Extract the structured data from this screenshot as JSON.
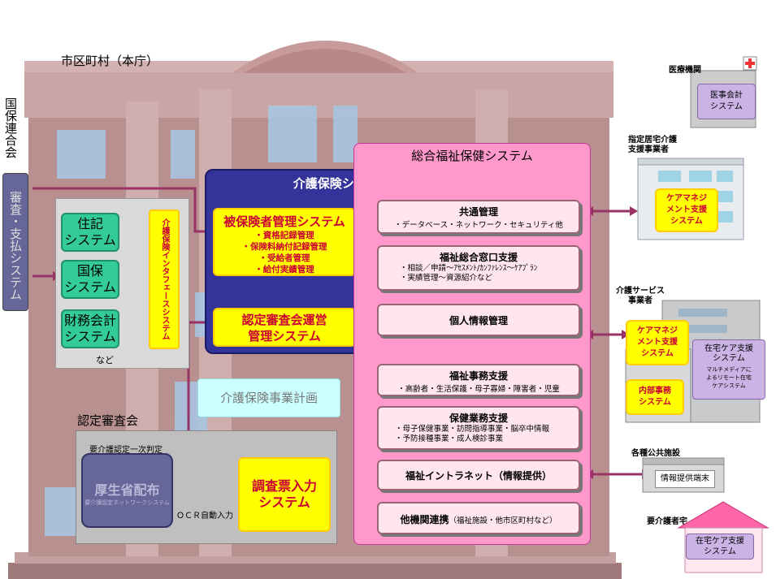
{
  "labels": {
    "city_hall": "市区町村（本庁）",
    "kokuho_rengokai": "国保連合会",
    "shinsa_shiharai": "審査・支払システム",
    "sonota": "など",
    "nintei_shinsakai": "認定審査会",
    "yokaigo_ichiji": "要介護認定一次判定",
    "kouseisho_haifu": "厚生省配布",
    "kouseisho_sub": "要介護認定ネットワークシステム",
    "ocr": "ＯＣＲ自動入力",
    "chosahyo": "調査票入力\nシステム",
    "jigyo_keikaku": "介護保険事業計画"
  },
  "left_systems": [
    "住記\nシステム",
    "国保\nシステム",
    "財務会計\nシステム"
  ],
  "interface": "介護保険インタフェースシステム",
  "kaigo": {
    "title": "介護保険システム",
    "hihokensha_title": "被保険者管理システム",
    "hihokensha_items": [
      "・資格記録管理",
      "・保険料納付記録管理",
      "・受給者管理",
      "・給付実績管理"
    ],
    "nintei": "認定審査会運営\n管理システム"
  },
  "sogo": {
    "title": "総合福祉保健システム",
    "boxes": [
      {
        "title": "共通管理",
        "sub": "・データベース・ネットワーク・セキュリティ他"
      },
      {
        "title": "福祉総合窓口支援",
        "sub": "・相談／申請～ｱｾｽﾒﾝﾄ/ｶﾝﾌｧﾚﾝｽ～ｹｱﾌﾟﾗﾝ\n・実績管理～資源紹介など"
      },
      {
        "title": "個人情報管理",
        "sub": ""
      },
      {
        "title": "福祉事務支援",
        "sub": "・高齢者・生活保護・母子寡婦・障害者・児童"
      },
      {
        "title": "保健業務支援",
        "sub": "・母子保健事業・訪問指導事業・脳卒中情報\n・予防接種事業・成人検診事業"
      },
      {
        "title": "福祉イントラネット（情報提供）",
        "sub": ""
      },
      {
        "title": "他機関連携",
        "sub": "（福祉施設・他市区町村など）"
      }
    ]
  },
  "right": {
    "iryo_kikan": "医療機関",
    "iji_kaikei": "医事会計\nシステム",
    "shitei_kyotaku": "指定居宅介護\n支援事業者",
    "caremanage1": "ケアマネジ\nメント支援\nシステム",
    "kaigo_service": "介護サービス\n事業者",
    "caremanage2": "ケアマネジ\nメント支援\nシステム",
    "naibu_jimu": "内部事務\nシステム",
    "zaitaku_care": "在宅ケア支援\nシステム",
    "zaitaku_care_sub": "マルチメディアに\nよるリモート在宅\nケアシステム",
    "kakushu_kokyo": "各種公共施設",
    "joho_teikyo": "情報提供端末",
    "yokaigosha_taku": "要介護者宅",
    "zaitaku_care2": "在宅ケア支援\nシステム"
  },
  "colors": {
    "pink_panel": "#ff99cc",
    "navy": "#333399",
    "yellow": "#ffff00",
    "green": "#33cc99",
    "building": "#bf9999",
    "lavender": "#ccb3e6"
  }
}
